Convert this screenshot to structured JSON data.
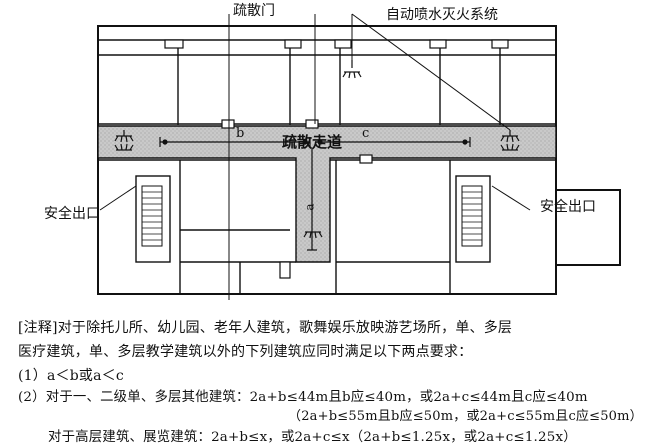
{
  "diagram": {
    "labels": {
      "evac_door": "疏散门",
      "sprinkler": "自动喷水灭火系统",
      "corridor": "疏散走道",
      "exit_left": "安全出口",
      "exit_right": "安全出口",
      "dim_a": "a",
      "dim_b": "b",
      "dim_c": "c"
    }
  },
  "notes": {
    "line1": "[注释]对于除托儿所、幼儿园、老年人建筑，歌舞娱乐放映游艺场所，单、多层",
    "line2": "医疗建筑，单、多层教学建筑以外的下列建筑应同时满足以下两点要求：",
    "line3": "(1）a＜b或a＜c",
    "line4": "(2）对于一、二级单、多层其他建筑：2a+b≤44m且b应≤40m，或2a+c≤44m且c应≤40m",
    "line5": "（2a+b≤55m且b应≤50m，或2a+c≤55m且c应≤50m）",
    "line6": "对于高层建筑、展览建筑：2a+b≤x，或2a+c≤x（2a+b≤1.25x，或2a+c≤1.25x）"
  }
}
